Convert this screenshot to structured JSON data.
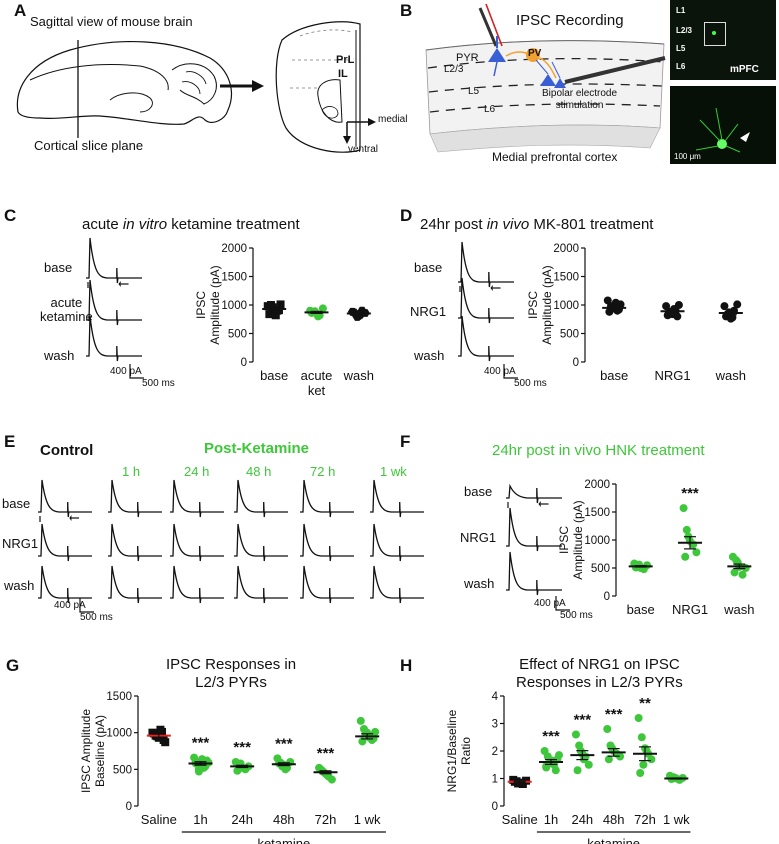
{
  "panels": {
    "A": {
      "letter": "A",
      "title": "Sagittal view of mouse brain",
      "plane": "Cortical slice plane",
      "prl": "PrL",
      "il": "IL",
      "medial": "medial",
      "ventral": "ventral"
    },
    "B": {
      "letter": "B",
      "title": "IPSC Recording",
      "pyr": "PYR",
      "pv": "PV",
      "l23": "L2/3",
      "l5": "L5",
      "l6": "L6",
      "stim": "Bipolar electrode\nstimulation",
      "region": "Medial prefrontal cortex",
      "img_labels": [
        "L1",
        "L2/3",
        "L5",
        "L6"
      ],
      "mpfc": "mPFC",
      "scale": "100 μm"
    },
    "C": {
      "letter": "C",
      "title_pre": "acute ",
      "title_it": "in vitro",
      "title_post": " ketamine treatment",
      "traces": [
        "base",
        "acute\nketamine",
        "wash"
      ],
      "scale_pa": "400 pA",
      "scale_ms": "500 ms"
    },
    "D": {
      "letter": "D",
      "title_pre": "24hr post ",
      "title_it": "in vivo",
      "title_post": " MK-801 treatment",
      "traces": [
        "base",
        "NRG1",
        "wash"
      ],
      "scale_pa": "400 pA",
      "scale_ms": "500 ms"
    },
    "E": {
      "letter": "E",
      "control": "Control",
      "post": "Post-Ketamine",
      "times": [
        "1 h",
        "24 h",
        "48 h",
        "72 h",
        "1 wk"
      ],
      "rows": [
        "base",
        "NRG1",
        "wash"
      ],
      "scale_pa": "400 pA",
      "scale_ms": "500 ms"
    },
    "F": {
      "letter": "F",
      "title": "24hr post in vivo HNK treatment",
      "traces": [
        "base",
        "NRG1",
        "wash"
      ],
      "scale_pa": "400 pA",
      "scale_ms": "500 ms"
    },
    "G": {
      "letter": "G",
      "title": "IPSC Responses in\nL2/3 PYRs"
    },
    "H": {
      "letter": "H",
      "title": "Effect of NRG1 on IPSC\nResponses in L2/3 PYRs"
    }
  },
  "colors": {
    "green": "#3ec73a",
    "black": "#111111",
    "red": "#e8231d"
  },
  "chart_data": [
    {
      "id": "C",
      "type": "scatter",
      "categories": [
        "base",
        "acute\nket",
        "wash"
      ],
      "ylabel": "IPSC\nAmplitude (pA)",
      "ylim": [
        0,
        2000
      ],
      "yticks": [
        0,
        500,
        1000,
        1500,
        2000
      ],
      "series": [
        {
          "category": "base",
          "color": "#111111",
          "marker": "square",
          "mean": 930,
          "values": [
            980,
            1000,
            860,
            900,
            1010,
            840,
            960,
            820,
            910
          ]
        },
        {
          "category": "acute\nket",
          "color": "#3ec73a",
          "marker": "circle",
          "mean": 870,
          "values": [
            900,
            880,
            850,
            820,
            940,
            860,
            890,
            800
          ]
        },
        {
          "category": "wash",
          "color": "#111111",
          "marker": "hexagon",
          "mean": 850,
          "values": [
            880,
            840,
            810,
            900,
            860,
            870,
            790,
            830
          ]
        }
      ]
    },
    {
      "id": "D",
      "type": "scatter",
      "categories": [
        "base",
        "NRG1",
        "wash"
      ],
      "ylabel": "IPSC\nAmplitude (pA)",
      "ylim": [
        0,
        2000
      ],
      "yticks": [
        0,
        500,
        1000,
        1500,
        2000
      ],
      "series": [
        {
          "category": "base",
          "color": "#111111",
          "marker": "circle",
          "mean": 950,
          "values": [
            1080,
            980,
            960,
            900,
            1010,
            880,
            940,
            1040,
            920
          ]
        },
        {
          "category": "NRG1",
          "color": "#111111",
          "marker": "circle",
          "mean": 890,
          "values": [
            980,
            880,
            840,
            900,
            1000,
            820,
            870,
            930,
            800
          ]
        },
        {
          "category": "wash",
          "color": "#111111",
          "marker": "circle",
          "mean": 860,
          "values": [
            980,
            840,
            760,
            900,
            1010,
            800,
            870,
            780
          ]
        }
      ]
    },
    {
      "id": "F",
      "type": "scatter",
      "categories": [
        "base",
        "NRG1",
        "wash"
      ],
      "ylabel": "IPSC\nAmplitude (pA)",
      "ylim": [
        0,
        2000
      ],
      "yticks": [
        0,
        500,
        1000,
        1500,
        2000
      ],
      "series": [
        {
          "category": "base",
          "color": "#3ec73a",
          "marker": "circle",
          "mean": 530,
          "values": [
            580,
            520,
            500,
            480,
            550,
            510,
            560
          ]
        },
        {
          "category": "NRG1",
          "color": "#3ec73a",
          "marker": "circle",
          "mean": 950,
          "annotation": "***",
          "values": [
            1570,
            1180,
            980,
            920,
            780,
            700,
            1060
          ]
        },
        {
          "category": "wash",
          "color": "#3ec73a",
          "marker": "circle",
          "mean": 530,
          "values": [
            700,
            640,
            520,
            380,
            500,
            420,
            600
          ]
        }
      ]
    },
    {
      "id": "G",
      "type": "scatter",
      "categories": [
        "Saline",
        "1h",
        "24h",
        "48h",
        "72h",
        "1 wk"
      ],
      "group_label": "ketamine",
      "ylabel": "IPSC Amplitude\nBaseline (pA)",
      "ylim": [
        0,
        1500
      ],
      "yticks": [
        0,
        500,
        1000,
        1500
      ],
      "series": [
        {
          "category": "Saline",
          "color": "#111111",
          "marker": "square",
          "mean": 960,
          "mean_color": "#e8231d",
          "values": [
            1000,
            960,
            930,
            1010,
            870,
            990,
            950,
            1040,
            900
          ]
        },
        {
          "category": "1h",
          "color": "#3ec73a",
          "marker": "circle",
          "mean": 580,
          "annotation": "***",
          "values": [
            660,
            600,
            560,
            520,
            620,
            580,
            500,
            640,
            540,
            590,
            610,
            470
          ]
        },
        {
          "category": "24h",
          "color": "#3ec73a",
          "marker": "circle",
          "mean": 540,
          "annotation": "***",
          "values": [
            600,
            560,
            520,
            500,
            540,
            480,
            580
          ]
        },
        {
          "category": "48h",
          "color": "#3ec73a",
          "marker": "circle",
          "mean": 570,
          "annotation": "***",
          "values": [
            650,
            590,
            560,
            520,
            600,
            580,
            540,
            500
          ]
        },
        {
          "category": "72h",
          "color": "#3ec73a",
          "marker": "circle",
          "mean": 460,
          "annotation": "***",
          "values": [
            520,
            480,
            440,
            400,
            360,
            500,
            460,
            420
          ]
        },
        {
          "category": "1 wk",
          "color": "#3ec73a",
          "marker": "circle",
          "mean": 950,
          "values": [
            1160,
            1050,
            1000,
            960,
            920,
            880,
            990,
            940,
            900,
            1010
          ]
        }
      ]
    },
    {
      "id": "H",
      "type": "scatter",
      "categories": [
        "Saline",
        "1h",
        "24h",
        "48h",
        "72h",
        "1 wk"
      ],
      "group_label": "ketamine",
      "ylabel": "NRG1/Baseline\nRatio",
      "ylim": [
        0,
        4
      ],
      "yticks": [
        0,
        1,
        2,
        3,
        4
      ],
      "series": [
        {
          "category": "Saline",
          "color": "#111111",
          "marker": "square",
          "mean": 0.88,
          "mean_color": "#e8231d",
          "values": [
            0.95,
            0.9,
            0.85,
            0.8,
            0.92,
            0.88,
            0.82
          ]
        },
        {
          "category": "1h",
          "color": "#3ec73a",
          "marker": "circle",
          "mean": 1.6,
          "annotation": "***",
          "values": [
            2.0,
            1.8,
            1.6,
            1.5,
            1.7,
            1.4,
            1.55,
            1.65,
            1.3,
            1.85,
            1.45
          ]
        },
        {
          "category": "24h",
          "color": "#3ec73a",
          "marker": "circle",
          "mean": 1.85,
          "annotation": "***",
          "values": [
            2.6,
            2.2,
            1.9,
            1.8,
            1.5,
            1.3,
            2.0,
            1.7
          ]
        },
        {
          "category": "48h",
          "color": "#3ec73a",
          "marker": "circle",
          "mean": 1.95,
          "annotation": "***",
          "values": [
            2.8,
            2.2,
            2.0,
            1.9,
            1.8,
            1.7,
            2.1
          ]
        },
        {
          "category": "72h",
          "color": "#3ec73a",
          "marker": "circle",
          "mean": 1.9,
          "annotation": "**",
          "values": [
            3.2,
            2.5,
            2.1,
            1.9,
            1.7,
            1.2,
            1.5,
            2.0
          ]
        },
        {
          "category": "1 wk",
          "color": "#3ec73a",
          "marker": "circle",
          "mean": 1.0,
          "values": [
            1.1,
            1.05,
            1.0,
            0.95,
            1.02,
            0.98,
            1.03
          ]
        }
      ]
    }
  ]
}
